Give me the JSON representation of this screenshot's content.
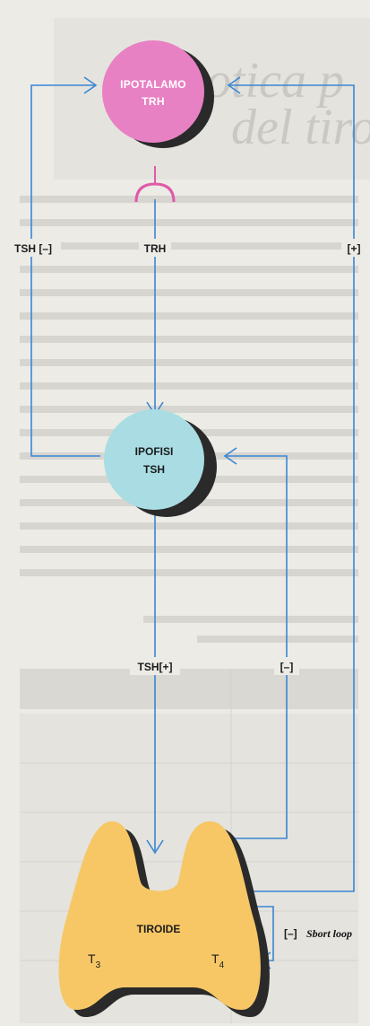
{
  "background_title": [
    "otica p",
    "del tiroide"
  ],
  "nodes": {
    "hypothalamus": {
      "name": "IPOTALAMO",
      "hormone": "TRH",
      "color": "#e880c4"
    },
    "pituitary": {
      "name": "IPOFISI",
      "hormone": "TSH",
      "color": "#a9dde3"
    },
    "thyroid": {
      "name": "TIROIDE",
      "t3_base": "T",
      "t3_sub": "3",
      "t4_base": "T",
      "t4_sub": "4",
      "color": "#f7c766"
    }
  },
  "edges": {
    "trh_down": "TRH",
    "tsh_feedback_left": "TSH [–]",
    "tsh_stimulate": "TSH[+]",
    "thyroid_to_pituitary": "[–]",
    "thyroid_to_hypothalamus": "[+]",
    "short_loop_sign": "[–]",
    "short_loop_text": "Sbort loop"
  },
  "colors": {
    "arrow": "#3a86d4",
    "shadow": "#2a2a2a",
    "receptor": "#e05aa8"
  }
}
